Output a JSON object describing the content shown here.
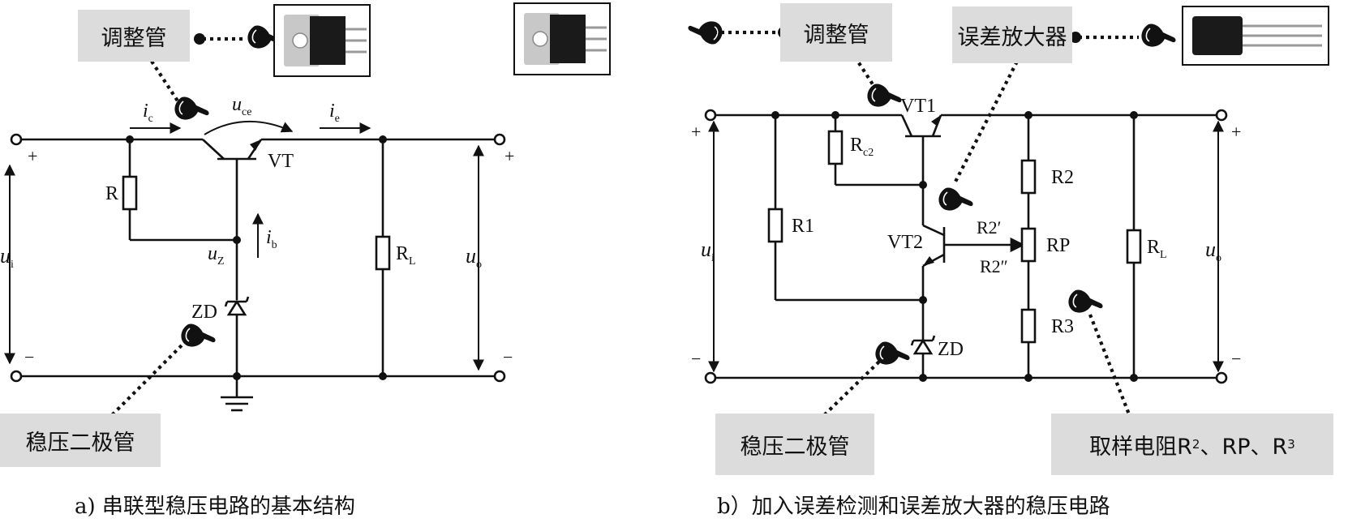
{
  "left": {
    "callouts": {
      "regulator": "调整管",
      "zener": "稳压二极管"
    },
    "caption": "a) 串联型稳压电路的基本结构",
    "labels": {
      "R": "R",
      "VT": "VT",
      "ZD": "ZD",
      "RL_main": "R",
      "RL_sub": "L",
      "ui_main": "u",
      "ui_sub": "i",
      "uo_main": "u",
      "uo_sub": "o",
      "uZ_main": "u",
      "uZ_sub": "Z",
      "ib_main": "i",
      "ib_sub": "b",
      "ic_main": "i",
      "ic_sub": "c",
      "ie_main": "i",
      "ie_sub": "e",
      "uce_main": "u",
      "uce_sub": "ce",
      "plus": "+",
      "minus": "−"
    }
  },
  "right": {
    "callouts": {
      "regulator": "调整管",
      "amplifier": "误差放大器",
      "zener": "稳压二极管",
      "sampling_main": "取样电阻R",
      "sampling_sub1": "2",
      "sampling_mid": "、RP、R",
      "sampling_sub2": "3"
    },
    "caption": "b）加入误差检测和误差放大器的稳压电路",
    "labels": {
      "VT1": "VT1",
      "VT2": "VT2",
      "R1": "R1",
      "R2": "R2",
      "R3": "R3",
      "RP": "RP",
      "R2p": "R2′",
      "R2pp": "R2″",
      "ZD": "ZD",
      "Rc2_main": "R",
      "Rc2_sub": "c2",
      "RL_main": "R",
      "RL_sub": "L",
      "ui_main": "u",
      "ui_sub": "i",
      "uo_main": "u",
      "uo_sub": "o",
      "plus": "+",
      "minus": "−"
    }
  },
  "icons": [
    "transistor-photo-icon",
    "pointing-hand-icon"
  ]
}
